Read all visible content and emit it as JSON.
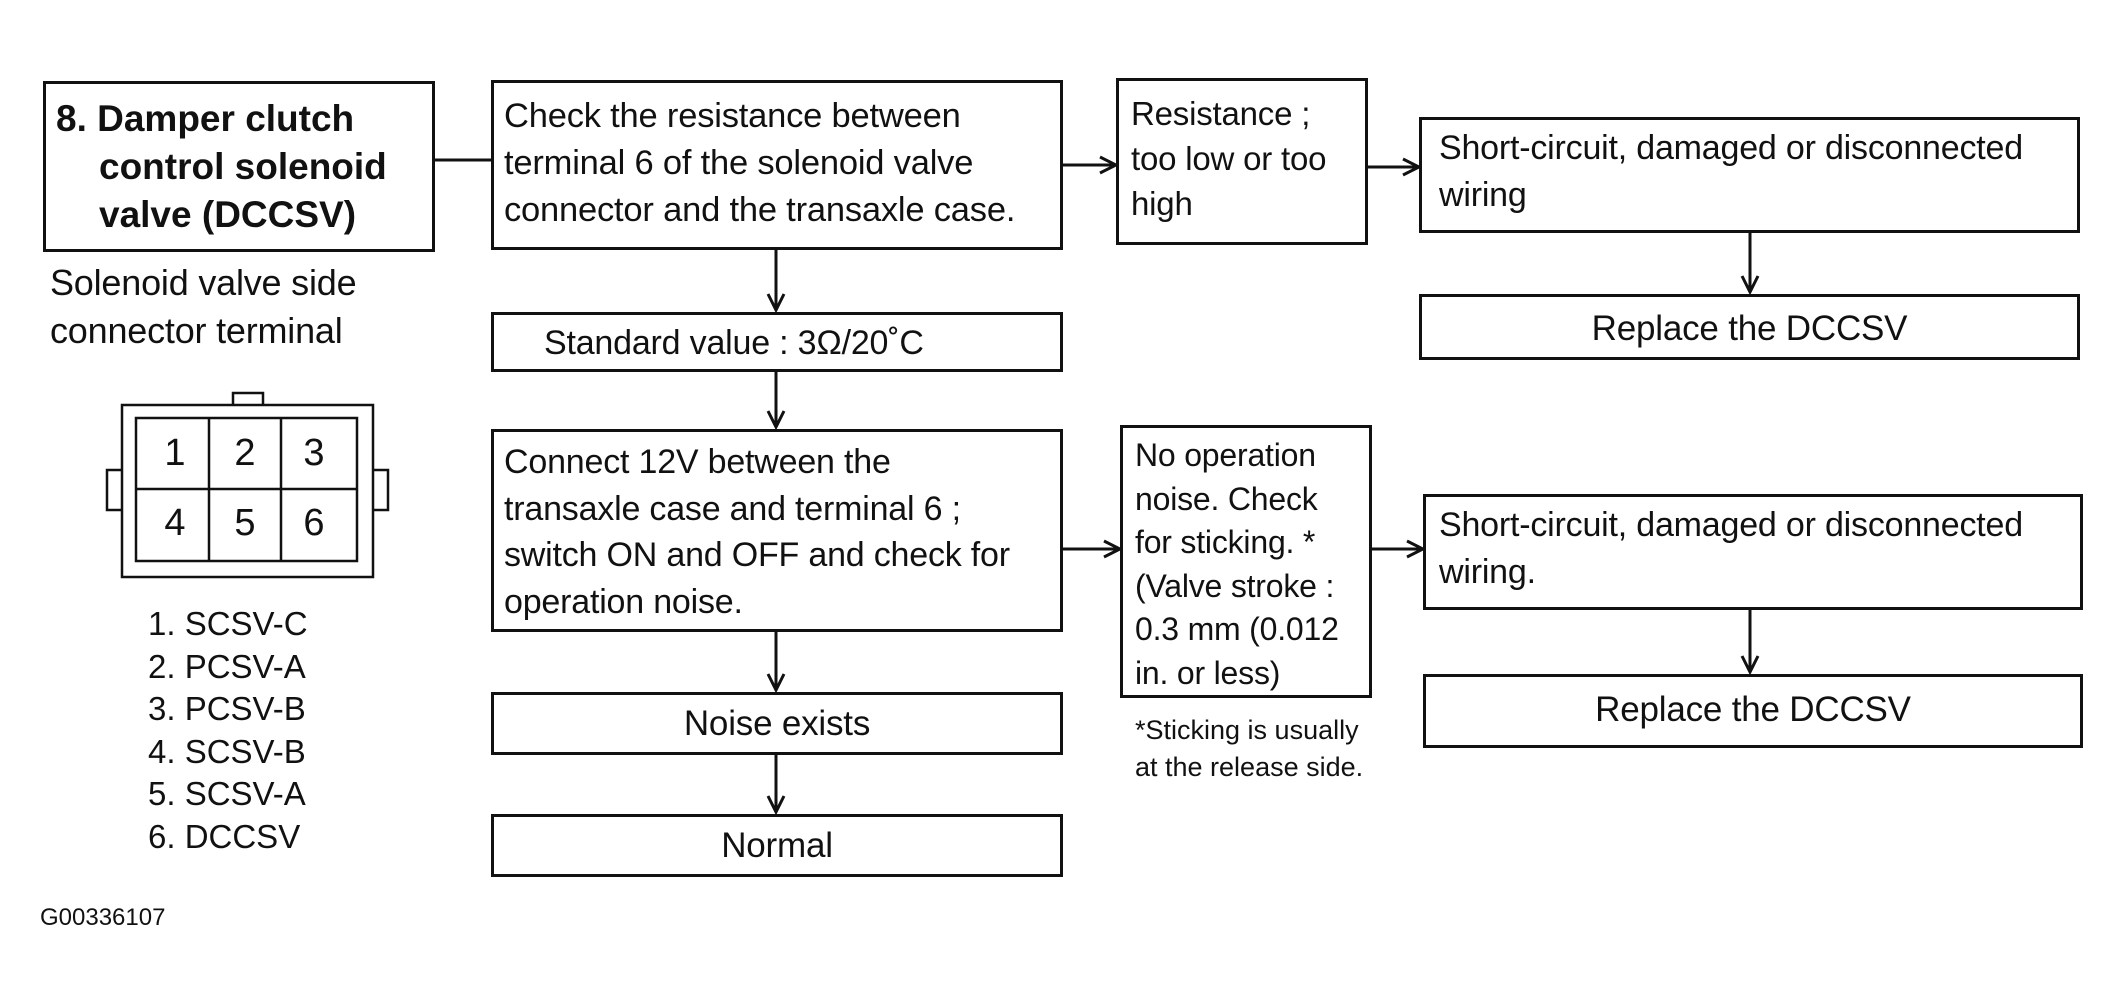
{
  "title_box": {
    "lines": [
      "8. Damper clutch",
      "control solenoid",
      "valve (DCCSV)"
    ]
  },
  "side_caption": {
    "lines": [
      "Solenoid valve side",
      "connector terminal"
    ]
  },
  "connector": {
    "cells": [
      "1",
      "2",
      "3",
      "4",
      "5",
      "6"
    ]
  },
  "terminal_list": [
    "1. SCSV-C",
    "2. PCSV-A",
    "3. PCSV-B",
    "4. SCSV-B",
    "5. SCSV-A",
    "6. DCCSV"
  ],
  "figure_id": "G00336107",
  "flow": {
    "check_resistance": {
      "lines": [
        "Check the resistance between",
        "terminal 6 of the solenoid valve",
        "connector and the transaxle case."
      ]
    },
    "resistance_result": {
      "lines": [
        "Resistance ;",
        "too low or too",
        "high"
      ]
    },
    "short_circuit_1": {
      "lines": [
        "Short-circuit, damaged or disconnected",
        "wiring"
      ]
    },
    "replace_1": "Replace the DCCSV",
    "standard_value": "Standard value : 3Ω/20˚C",
    "connect_12v": {
      "lines": [
        "Connect 12V between the",
        "transaxle case and terminal 6 ;",
        "switch ON and OFF and check for",
        "operation noise."
      ]
    },
    "no_operation": {
      "lines": [
        "No operation",
        "noise. Check",
        "for sticking. *",
        "(Valve stroke :",
        "0.3 mm (0.012",
        "in. or less)"
      ]
    },
    "sticking_note": {
      "lines": [
        "*Sticking is usually",
        "at the release side."
      ]
    },
    "short_circuit_2": {
      "lines": [
        "Short-circuit, damaged or disconnected",
        "wiring."
      ]
    },
    "replace_2": "Replace the DCCSV",
    "noise_exists": "Noise exists",
    "normal": "Normal"
  }
}
